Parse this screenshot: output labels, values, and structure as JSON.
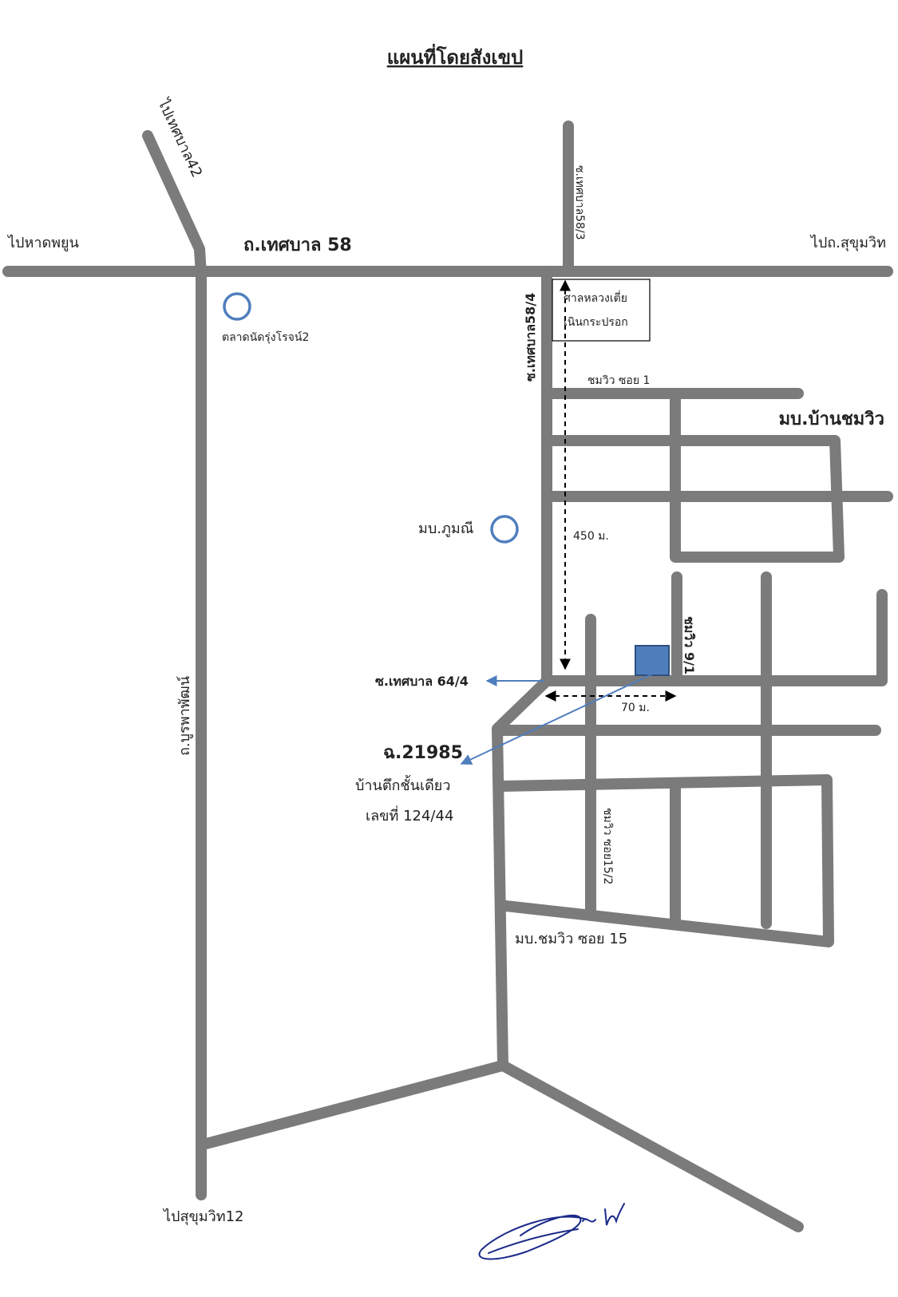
{
  "title": "แผนที่โดยสังเขป",
  "roads": {
    "main_road": "ถ.เทศบาล 58",
    "to_hat_phayun": "ไปหาดพยูน",
    "to_sukhumvit": "ไปถ.สุขุมวิท",
    "to_thetsaban42": "ไปเทศบาล42",
    "soi_58_3": "ซ.เทศบาล58/3",
    "soi_58_4": "ซ.เทศบาล58/4",
    "burapha_road": "ถ.บูรพาพัฒน์",
    "to_sukhumvit12": "ไปสุขุมวิท12",
    "soi_64_4": "ซ.เทศบาล 64/4",
    "chomwiw_soi1": "ชมวิว ซอย 1",
    "chomwiw_9_1": "ชมวิว 9/1",
    "chomwiw_15_2": "ชมวิว ซอย15/2",
    "chomwiw_soi15": "มบ.ชมวิว ซอย 15"
  },
  "landmarks": {
    "market": "ตลาดนัดรุ่งโรจน์2",
    "shrine_line1": "ศาลหลวงเตี่ย",
    "shrine_line2": "เนินกระปรอก",
    "village_chomwiw": "มบ.บ้านชมวิว",
    "village_phumanee": "มบ.ภูมณี"
  },
  "distances": {
    "vertical": "450 ม.",
    "horizontal": "70 ม."
  },
  "property": {
    "deed": "ฉ.21985",
    "type": "บ้านตึกชั้นเดียว",
    "number": "เลขที่ 124/44"
  },
  "colors": {
    "road": "#7b7b7b",
    "marker": "#4f7ebd",
    "signature_ink": "#1b2a8a"
  }
}
